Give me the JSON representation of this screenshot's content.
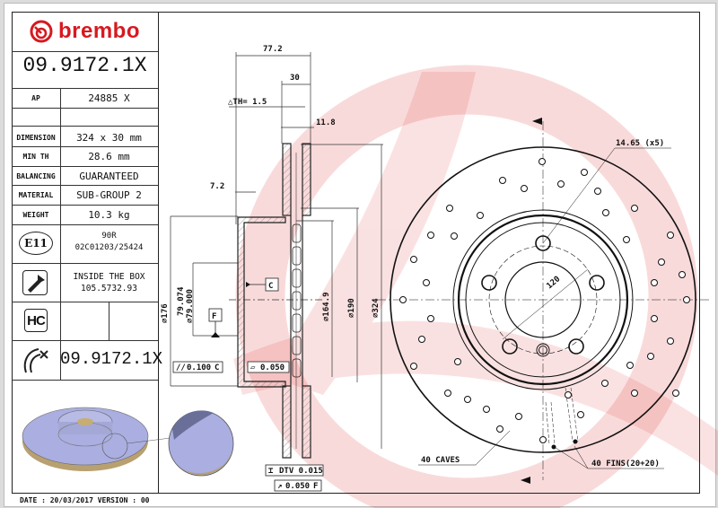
{
  "brand": {
    "name": "brembo",
    "color": "#d71920",
    "watermark_color": "#f7d6d6"
  },
  "header": {
    "part_number": "09.9172.1X"
  },
  "spec_table": [
    {
      "label": "AP",
      "value": "24885 X"
    },
    {
      "label": "",
      "value": ""
    },
    {
      "label": "DIMENSION",
      "value": "324 x 30 mm"
    },
    {
      "label": "MIN TH",
      "value": "28.6 mm"
    },
    {
      "label": "BALANCING",
      "value": "GUARANTEED"
    },
    {
      "label": "MATERIAL",
      "value": "SUB-GROUP 2"
    },
    {
      "label": "WEIGHT",
      "value": "10.3 kg"
    }
  ],
  "certification": {
    "icon": "E11",
    "line1": "90R",
    "line2": "02C01203/25424"
  },
  "screw": {
    "line1": "INSIDE THE BOX",
    "line2": "105.5732.93"
  },
  "hc": {
    "icon": "HC"
  },
  "footer_part": {
    "part_number": "09.9172.1X"
  },
  "footer": {
    "date_line": "DATE : 20/03/2017 VERSION : 00"
  },
  "section_view": {
    "dims": {
      "overall_height": "77.2",
      "thickness": "30",
      "th_delta": "△TH= 1.5",
      "vane": "11.8",
      "hat_offset": "7.2",
      "d176": "⌀176",
      "d79_upper": "79.074",
      "d79_lower": "⌀79.000",
      "d164": "⌀164.9",
      "d190": "⌀190",
      "d324": "⌀324"
    },
    "datums": {
      "c": "C",
      "f": "F"
    },
    "tolerances": {
      "parallelism": {
        "symbol": "//",
        "value": "0.100",
        "datum": "C"
      },
      "flatness": {
        "symbol": "▱",
        "value": "0.050"
      },
      "dtv": {
        "symbol": "⌶",
        "value": "DTV 0.015"
      },
      "runout": {
        "symbol": "↗",
        "value": "0.050",
        "datum": "F"
      }
    }
  },
  "front_view": {
    "bolt_hole": "14.65 (x5)",
    "pcd": "120",
    "caves": "40 CAVES",
    "fins": "40 FINS(20+20)"
  }
}
